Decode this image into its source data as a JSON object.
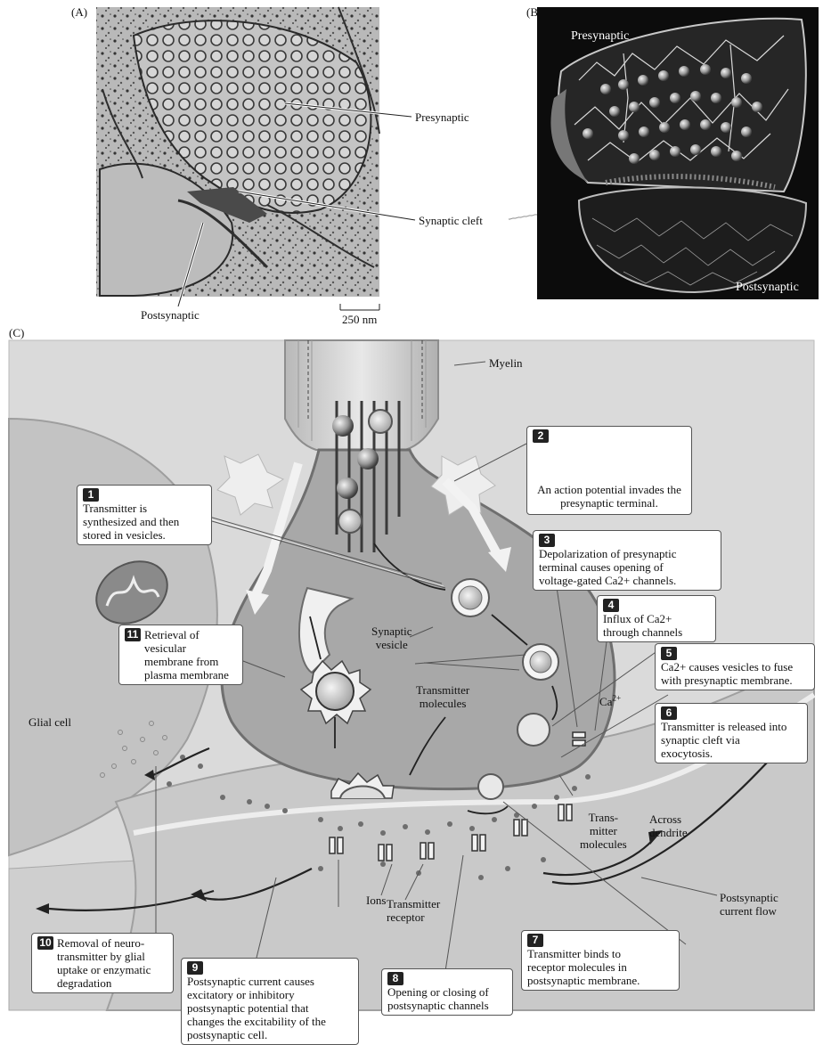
{
  "panels": {
    "a_letter": "(A)",
    "b_letter": "(B)",
    "c_letter": "(C)"
  },
  "panel_a": {
    "presynaptic": "Presynaptic",
    "synaptic_cleft": "Synaptic cleft",
    "postsynaptic": "Postsynaptic",
    "scale_bar": "250 nm"
  },
  "panel_b": {
    "presynaptic": "Presynaptic",
    "postsynaptic": "Postsynaptic"
  },
  "panel_c": {
    "myelin": "Myelin",
    "glial_cell": "Glial cell",
    "synaptic_vesicle": "Synaptic\nvesicle",
    "transmitter_molecules": "Transmitter\nmolecules",
    "ca": "Ca",
    "ca_sup": "2+",
    "across_dendrite": "Across\ndendrite",
    "trans_mitter_molecules": "Trans-\nmitter\nmolecules",
    "postsynaptic_current_flow": "Postsynaptic\ncurrent flow",
    "ions": "Ions",
    "transmitter_receptor": "Transmitter\nreceptor"
  },
  "steps": [
    {
      "num": "1",
      "text": "Transmitter is synthesized and then stored in vesicles."
    },
    {
      "num": "2",
      "text": "An action potential invades the presynaptic terminal."
    },
    {
      "num": "3",
      "text": "Depolarization of presynaptic terminal causes opening of voltage-gated Ca2+ channels."
    },
    {
      "num": "4",
      "text": "Influx of Ca2+ through channels"
    },
    {
      "num": "5",
      "text": "Ca2+ causes vesicles to fuse with presynaptic membrane."
    },
    {
      "num": "6",
      "text": "Transmitter is released into synaptic cleft via exocytosis."
    },
    {
      "num": "7",
      "text": "Transmitter binds to receptor molecules in postsynaptic membrane."
    },
    {
      "num": "8",
      "text": "Opening or closing of postsynaptic channels"
    },
    {
      "num": "9",
      "text": "Postsynaptic current causes excitatory or inhibitory postsynaptic potential that changes the excitability of the postsynaptic cell."
    },
    {
      "num": "10",
      "text": "Removal of neuro-transmitter by glial uptake or enzymatic degradation"
    },
    {
      "num": "11",
      "text": "Retrieval of vesicular membrane from plasma membrane"
    }
  ],
  "colors": {
    "micrograph_bg": "#b8b8b8",
    "render_bg": "#0c0c0c",
    "diagram_bg": "#d9d9d9",
    "terminal_fill": "#a9a9a9",
    "glial_fill": "#c4c4c4"
  }
}
